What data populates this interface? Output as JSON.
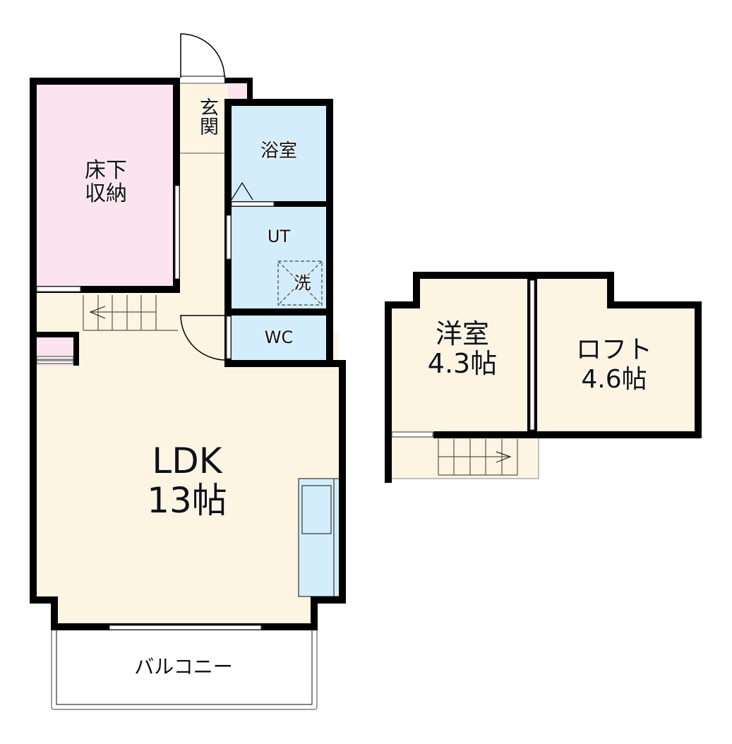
{
  "colors": {
    "wall": "#000000",
    "living_floor": "#FDF4E2",
    "storage_pink": "#FBE4EE",
    "wet_blue": "#D3EEFA",
    "window": "#FFFFFF"
  },
  "floor1": {
    "rooms": {
      "entrance": "玄関",
      "underfloor_storage_line1": "床下",
      "underfloor_storage_line2": "収納",
      "bath": "浴室",
      "utility": "UT",
      "washer": "洗",
      "toilet": "WC",
      "ldk_name": "LDK",
      "ldk_size": "13帖",
      "balcony": "バルコニー"
    }
  },
  "floor2": {
    "rooms": {
      "western_name": "洋室",
      "western_size": "4.3帖",
      "loft_name": "ロフト",
      "loft_size": "4.6帖"
    }
  }
}
